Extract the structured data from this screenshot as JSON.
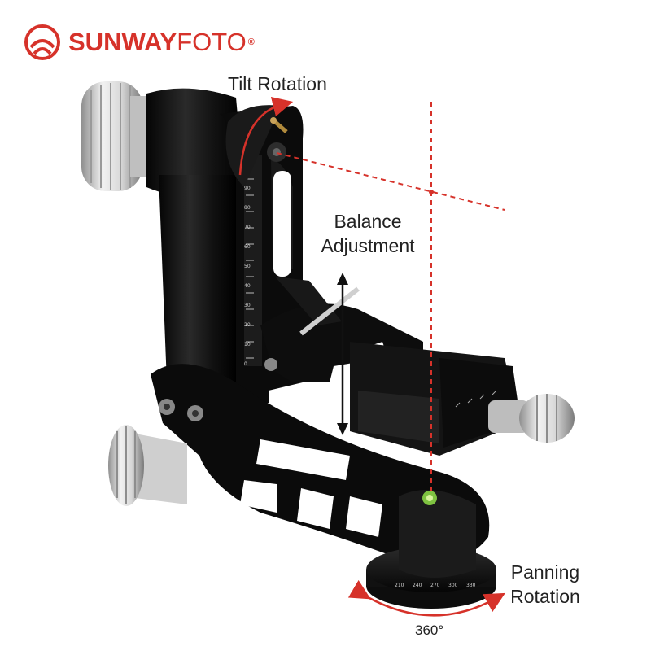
{
  "brand": {
    "name_bold": "SUNWAY",
    "name_regular": "FOTO",
    "registered": "®",
    "accent_color": "#d6322a"
  },
  "callouts": {
    "tilt": "Tilt Rotation",
    "balance_line1": "Balance",
    "balance_line2": "Adjustment",
    "panning_line1": "Panning",
    "panning_line2": "Rotation",
    "panning_degrees": "360°"
  },
  "scale_markings": {
    "vertical_scale": [
      "90",
      "80",
      "70",
      "60",
      "50",
      "40",
      "30",
      "20",
      "10",
      "0"
    ],
    "base_dial": [
      "210",
      "240",
      "270",
      "300",
      "330"
    ]
  },
  "product": {
    "subject": "gimbal tripod head",
    "colors": {
      "body": "#111111",
      "knob": "#c9c9c9",
      "arrow": "#d6322a"
    }
  }
}
